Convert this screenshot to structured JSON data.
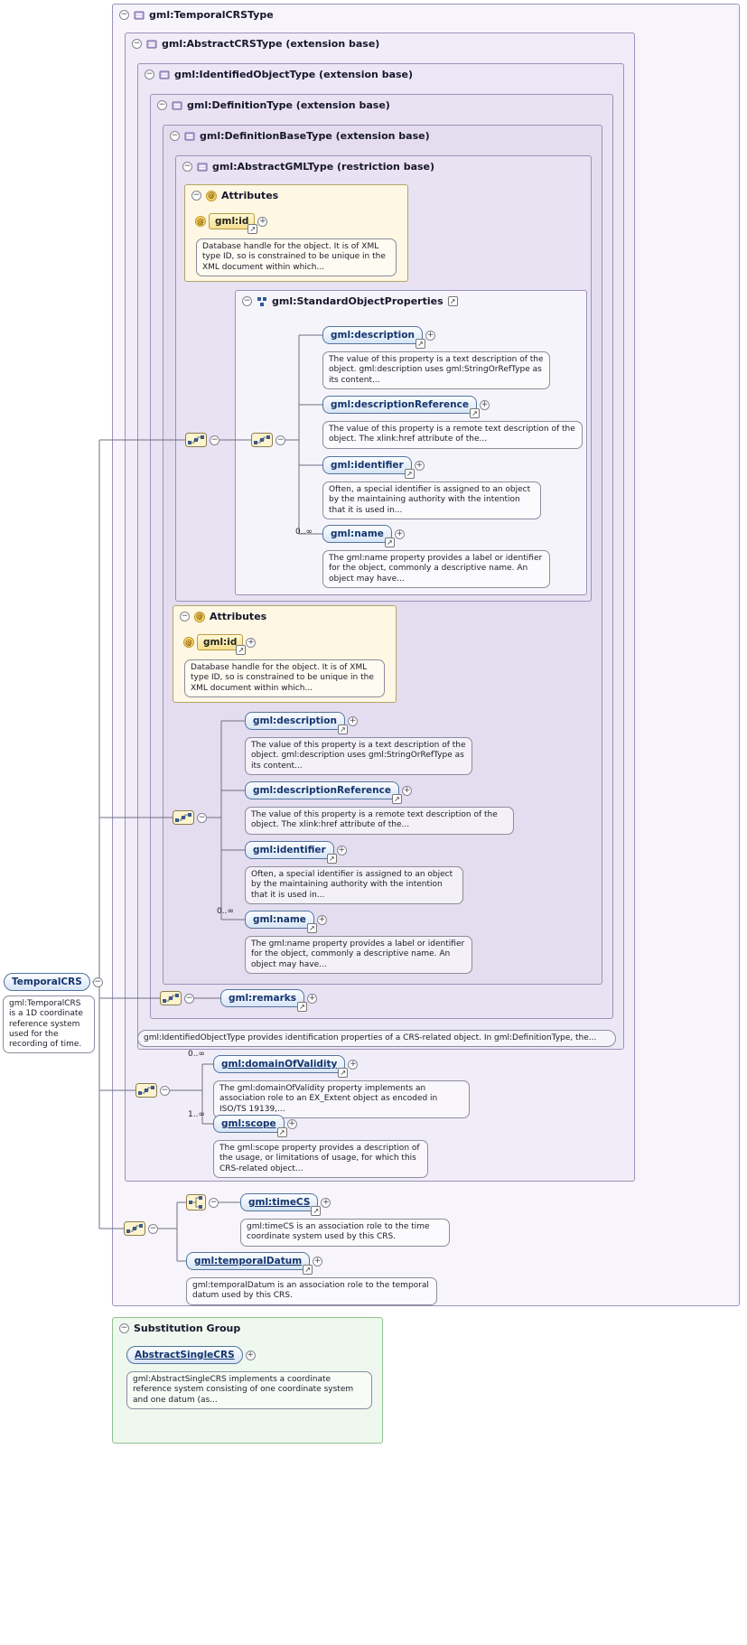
{
  "types": {
    "temporalCRSType": {
      "title": "gml:TemporalCRSType"
    },
    "abstractCRSType": {
      "title": "gml:AbstractCRSType (extension base)"
    },
    "identifiedObjectType": {
      "title": "gml:IdentifiedObjectType (extension base)",
      "doc": "gml:IdentifiedObjectType provides identification properties of a CRS-related object. In gml:DefinitionType, the..."
    },
    "definitionType": {
      "title": "gml:DefinitionType (extension base)"
    },
    "definitionBaseType": {
      "title": "gml:DefinitionBaseType (extension base)"
    },
    "abstractGMLType": {
      "title": "gml:AbstractGMLType (restriction base)"
    },
    "standardObjectProperties": {
      "title": "gml:StandardObjectProperties"
    }
  },
  "attributes": {
    "header": "Attributes",
    "id": {
      "label": "gml:id",
      "doc": "Database handle for the object. It is of XML type ID, so is constrained to be unique in the XML document within which..."
    }
  },
  "elements": {
    "description": {
      "label": "gml:description",
      "doc": "The value of this property is a text description of the object. gml:description uses gml:StringOrRefType as its content..."
    },
    "descriptionReference": {
      "label": "gml:descriptionReference",
      "doc": "The value of this property is a remote text description of the object. The xlink:href attribute of the..."
    },
    "identifier": {
      "label": "gml:identifier",
      "doc": "Often, a special identifier is assigned to an object by the maintaining authority with the intention that it is used in..."
    },
    "name": {
      "label": "gml:name",
      "mult": "0..∞",
      "doc": "The gml:name property provides a label or identifier for the object, commonly a descriptive name. An object may have..."
    },
    "remarks": {
      "label": "gml:remarks"
    },
    "domainOfValidity": {
      "label": "gml:domainOfValidity",
      "mult": "0..∞",
      "doc": "The gml:domainOfValidity property implements an association role to an EX_Extent object as encoded in ISO/TS 19139,..."
    },
    "scope": {
      "label": "gml:scope",
      "mult": "1..∞",
      "doc": "The gml:scope property provides a description of the usage, or limitations of usage, for which this CRS-related object..."
    },
    "timeCS": {
      "label": "gml:timeCS",
      "doc": "gml:timeCS is an association role to the time coordinate system used by this CRS."
    },
    "temporalDatum": {
      "label": "gml:temporalDatum",
      "doc": "gml:temporalDatum is an association role to the temporal datum used by this CRS."
    }
  },
  "root_element": {
    "label": "TemporalCRS",
    "doc": "gml:TemporalCRS is a 1D coordinate reference system used for the recording of time."
  },
  "substitution_group": {
    "header": "Substitution Group",
    "member": "AbstractSingleCRS",
    "doc": "gml:AbstractSingleCRS implements a coordinate reference system consisting of one coordinate system and one datum (as..."
  },
  "colors": {
    "box_border": "#9b92ba",
    "element_chip_border": "#54749e",
    "element_text": "#15356e",
    "attr_box_bg": "#fdf7e3",
    "attr_chip_bg": "#f6df8e",
    "subst_box_bg": "#eef8ee",
    "subst_box_border": "#90c090"
  }
}
